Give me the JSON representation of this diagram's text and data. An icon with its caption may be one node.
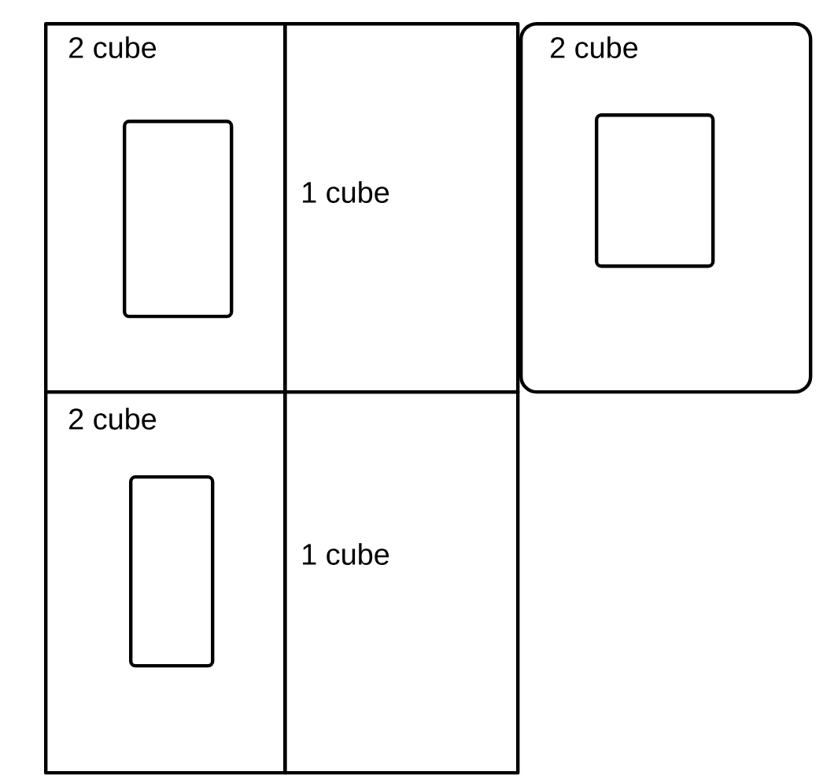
{
  "diagram": {
    "nodes": [
      {
        "text": [
          "2 cube"
        ]
      },
      {
        "text": [],
        "shape": "box",
        "in": 0
      },
      {
        "text": [
          "1 cube"
        ]
      },
      {
        "text": [
          "2 cube"
        ]
      },
      {
        "text": [],
        "shape": "box",
        "in": 3
      },
      {
        "text": [
          "2 cube"
        ]
      },
      {
        "text": [],
        "shape": "box",
        "in": 5
      },
      {
        "text": [
          "1 cube"
        ]
      }
    ]
  }
}
